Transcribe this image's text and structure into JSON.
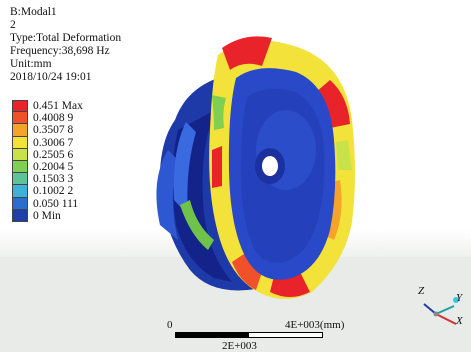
{
  "info": {
    "analysis": "B:Modal1",
    "mode": "2",
    "type": "Type:Total Deformation",
    "frequency": "Frequency:38,698 Hz",
    "unit": "Unit:mm",
    "timestamp": "2018/10/24 19:01"
  },
  "legend": [
    {
      "label": "0.451 Max",
      "color": "#e8242a"
    },
    {
      "label": "0.4008 9",
      "color": "#f0502a"
    },
    {
      "label": "0.3507 8",
      "color": "#f5a32a"
    },
    {
      "label": "0.3006 7",
      "color": "#f3e23a"
    },
    {
      "label": "0.2505 6",
      "color": "#c9e24a"
    },
    {
      "label": "0.2004 5",
      "color": "#7fcf52"
    },
    {
      "label": "0.1503 3",
      "color": "#5ec39a"
    },
    {
      "label": "0.1002 2",
      "color": "#3fb0d8"
    },
    {
      "label": "0.050 111",
      "color": "#2a6fd0"
    },
    {
      "label": "0 Min",
      "color": "#1e3fa8"
    }
  ],
  "scale": {
    "start": "0",
    "end": "4E+003(mm)",
    "middle": "2E+003"
  },
  "triad": {
    "x": "X",
    "y": "Y",
    "z": "Z"
  },
  "colors": {
    "floor": "#e9ebe8",
    "body_blue": "#2a49c8",
    "deep_blue": "#15279a"
  }
}
